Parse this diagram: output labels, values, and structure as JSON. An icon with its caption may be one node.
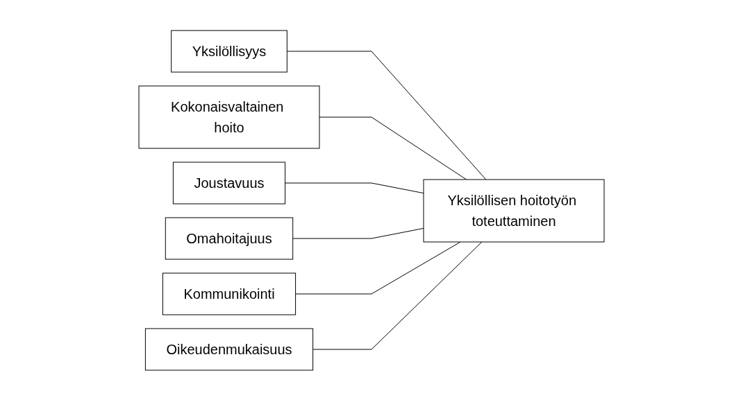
{
  "diagram": {
    "nodes": [
      {
        "text": [
          "Yksilöllisyys"
        ]
      },
      {
        "text": [
          "Kokonaisvaltainen hoito"
        ]
      },
      {
        "text": [
          "Joustavuus"
        ]
      },
      {
        "text": [
          "Omahoitajuus"
        ]
      },
      {
        "text": [
          "Kommunikointi"
        ]
      },
      {
        "text": [
          "Oikeudenmukaisuus"
        ]
      },
      {
        "text": [
          "Yksilöllisen hoitotyön toteuttaminen"
        ]
      }
    ],
    "edges": [
      {
        "from": 0,
        "to": 6,
        "arrow": "none"
      },
      {
        "from": 1,
        "to": 6,
        "arrow": "none"
      },
      {
        "from": 2,
        "to": 6,
        "arrow": "none"
      },
      {
        "from": 3,
        "to": 6,
        "arrow": "none"
      },
      {
        "from": 4,
        "to": 6,
        "arrow": "none"
      },
      {
        "from": 5,
        "to": 6,
        "arrow": "none"
      }
    ]
  }
}
